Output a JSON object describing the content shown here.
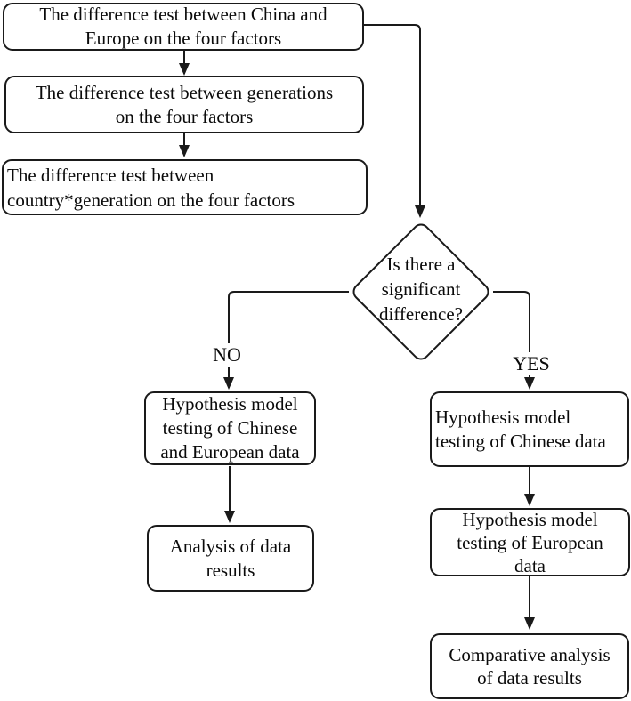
{
  "diagram": {
    "type": "flowchart",
    "background_color": "#ffffff",
    "line_color": "#1a1a1a",
    "nodes": {
      "diff_china_europe": "The difference test between China and\nEurope on the four factors",
      "diff_generations": "The difference test between generations\non the four factors",
      "diff_interaction": "The difference test between\ncountry*generation on the four factors",
      "decision": "Is there a\nsignificant\ndifference?",
      "no_hypothesis_combined": "Hypothesis model\ntesting of Chinese\nand European data",
      "no_analysis": "Analysis of data\nresults",
      "yes_hypothesis_chinese": "Hypothesis model\ntesting of Chinese data",
      "yes_hypothesis_european": "Hypothesis model\ntesting of European\ndata",
      "yes_comparative": "Comparative analysis\nof data results"
    },
    "branch_labels": {
      "no": "NO",
      "yes": "YES"
    }
  }
}
